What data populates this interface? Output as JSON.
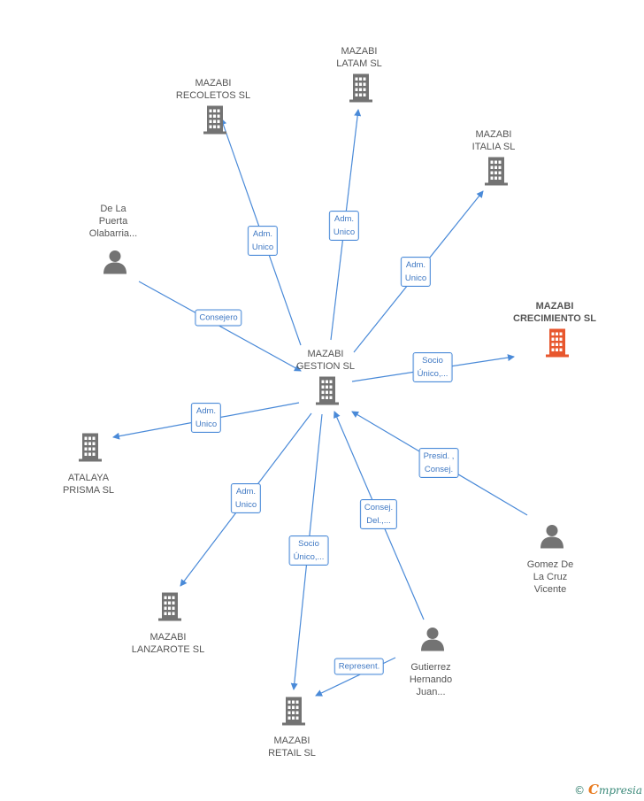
{
  "colors": {
    "edge": "#4a8ad8",
    "building": "#737373",
    "focus_building": "#e8572e",
    "person": "#737373"
  },
  "nodes": [
    {
      "id": "gestion",
      "lines": [
        "MAZABI",
        "GESTION SL"
      ],
      "type": "company"
    },
    {
      "id": "latam",
      "lines": [
        "MAZABI",
        "LATAM  SL"
      ],
      "type": "company"
    },
    {
      "id": "recoletos",
      "lines": [
        "MAZABI",
        "RECOLETOS  SL"
      ],
      "type": "company"
    },
    {
      "id": "italia",
      "lines": [
        "MAZABI",
        "ITALIA  SL"
      ],
      "type": "company"
    },
    {
      "id": "crecimiento",
      "lines": [
        "MAZABI",
        "CRECIMIENTO SL"
      ],
      "type": "company-focus"
    },
    {
      "id": "olabarria",
      "lines": [
        "De La",
        "Puerta",
        "Olabarria..."
      ],
      "type": "person"
    },
    {
      "id": "atalaya",
      "lines": [
        "ATALAYA",
        "PRISMA  SL"
      ],
      "type": "company"
    },
    {
      "id": "gomez",
      "lines": [
        "Gomez De",
        "La Cruz",
        "Vicente"
      ],
      "type": "person"
    },
    {
      "id": "lanzarote",
      "lines": [
        "MAZABI",
        "LANZAROTE  SL"
      ],
      "type": "company"
    },
    {
      "id": "gutierrez",
      "lines": [
        "Gutierrez",
        "Hernando",
        "Juan..."
      ],
      "type": "person"
    },
    {
      "id": "retail",
      "lines": [
        "MAZABI",
        "RETAIL  SL"
      ],
      "type": "company"
    }
  ],
  "edges": [
    {
      "from": "gestion",
      "to": "recoletos",
      "label": [
        "Adm.",
        "Unico"
      ]
    },
    {
      "from": "gestion",
      "to": "latam",
      "label": [
        "Adm.",
        "Unico"
      ]
    },
    {
      "from": "gestion",
      "to": "italia",
      "label": [
        "Adm.",
        "Unico"
      ]
    },
    {
      "from": "olabarria",
      "to": "gestion",
      "label": [
        "Consejero"
      ]
    },
    {
      "from": "gestion",
      "to": "crecimiento",
      "label": [
        "Socio",
        "Único,..."
      ]
    },
    {
      "from": "gestion",
      "to": "atalaya",
      "label": [
        "Adm.",
        "Unico"
      ]
    },
    {
      "from": "gomez",
      "to": "gestion",
      "label": [
        "Presid. ,",
        "Consej."
      ]
    },
    {
      "from": "gestion",
      "to": "lanzarote",
      "label": [
        "Adm.",
        "Unico"
      ]
    },
    {
      "from": "gutierrez",
      "to": "gestion",
      "label": [
        "Consej.",
        "Del.,..."
      ]
    },
    {
      "from": "gestion",
      "to": "retail",
      "label": [
        "Socio",
        "Único,..."
      ]
    },
    {
      "from": "gutierrez",
      "to": "retail",
      "label": [
        "Represent."
      ]
    }
  ],
  "footer": {
    "copyright": "©",
    "brand_initial": "C",
    "brand_rest": "mpresia"
  }
}
